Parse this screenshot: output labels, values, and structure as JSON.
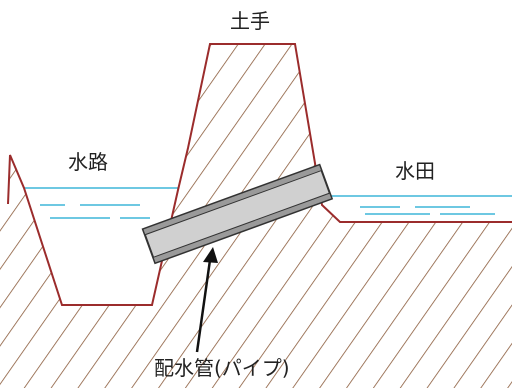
{
  "labels": {
    "embankment": "土手",
    "channel": "水路",
    "paddy": "水田",
    "pipe": "配水管(パイプ)"
  },
  "colors": {
    "ground_outline": "#9b2c2c",
    "hatch": "#8a5a3a",
    "water": "#3fb6d8",
    "pipe_fill": "#d0d0d0",
    "pipe_stroke": "#333333",
    "text": "#222222"
  }
}
